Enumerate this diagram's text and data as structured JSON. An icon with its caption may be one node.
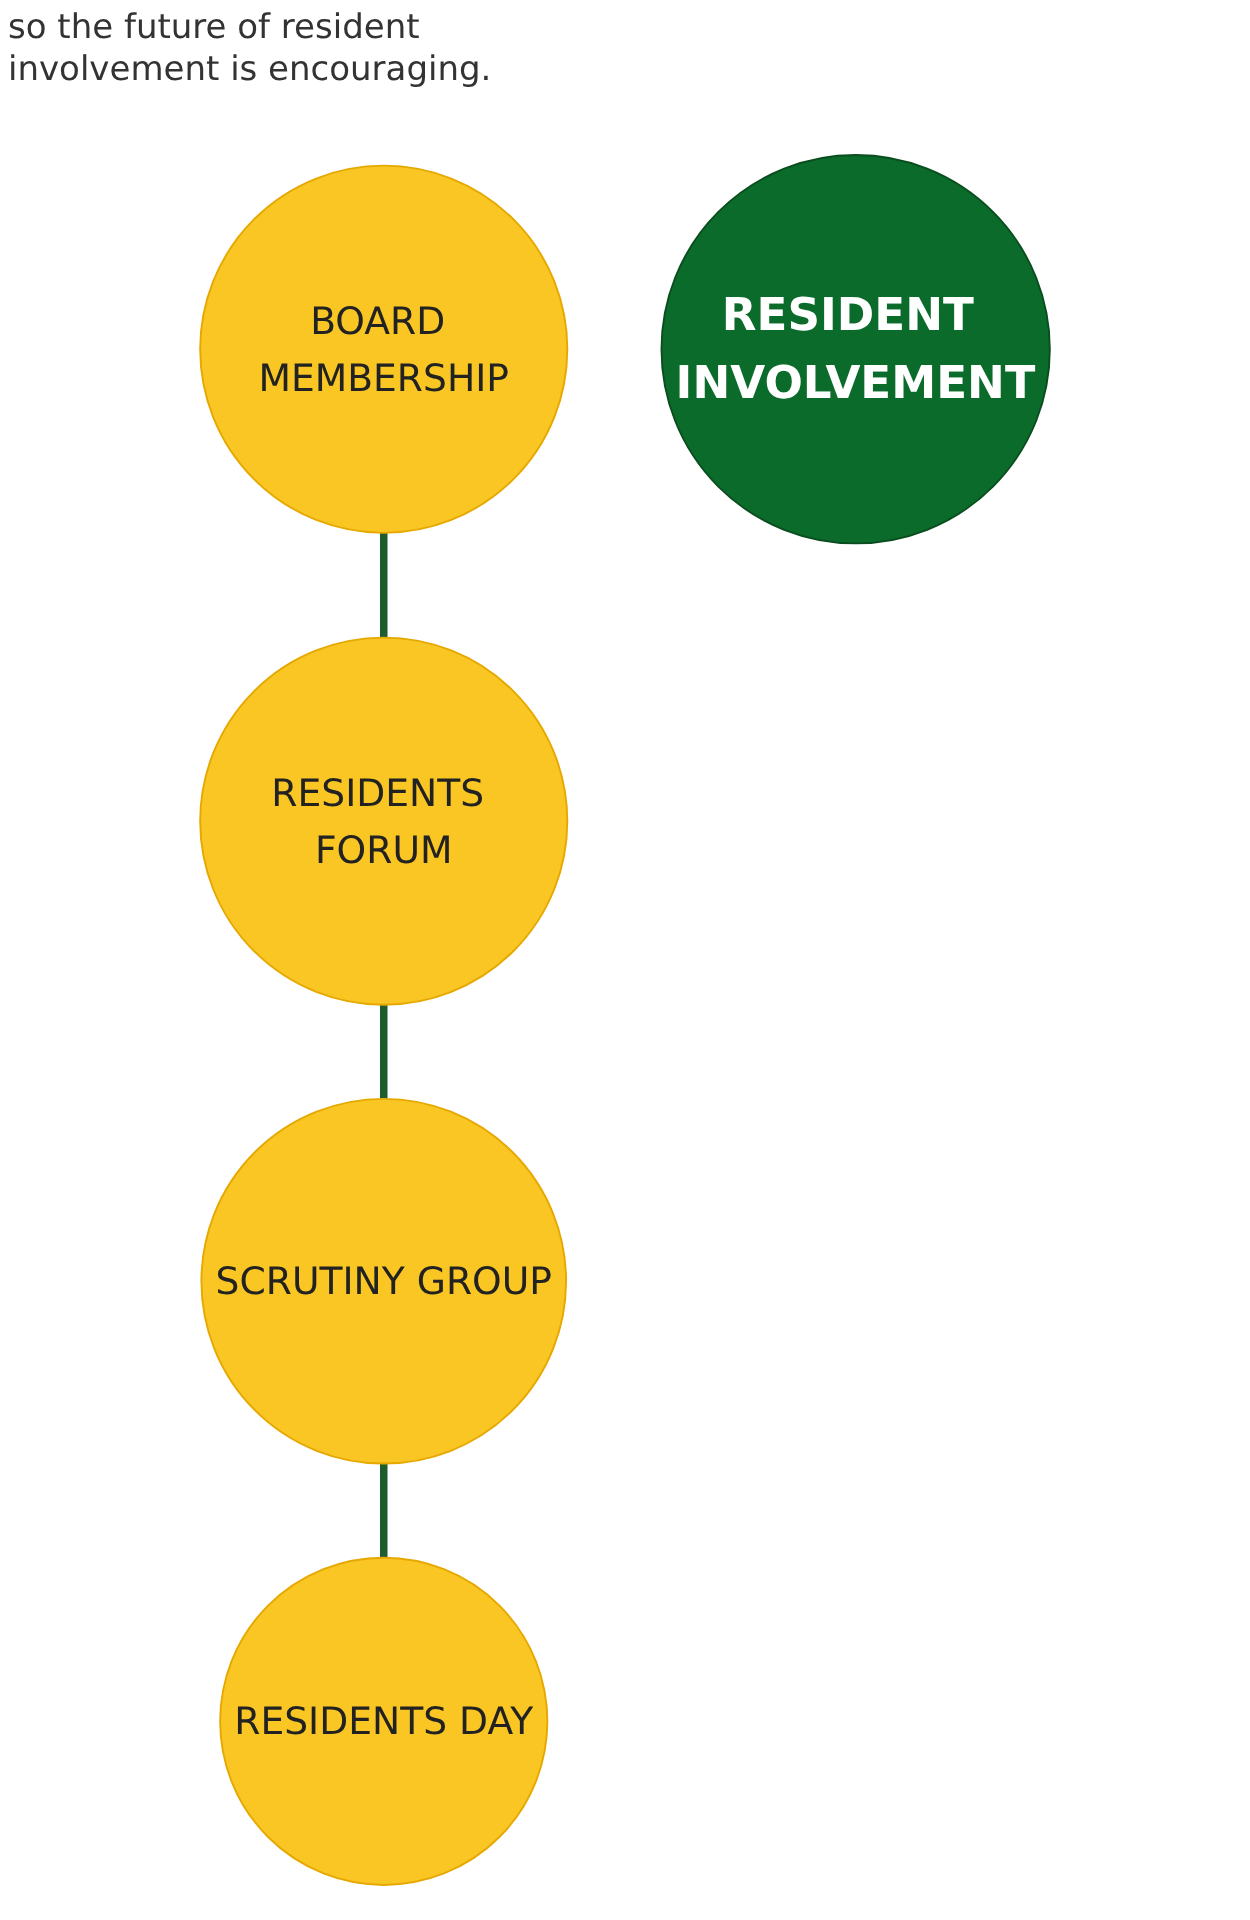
{
  "diagram": {
    "nodes": [
      {
        "text": [
          "BOARD MEMBERSHIP"
        ]
      },
      {
        "text": [
          "RESIDENTS FORUM"
        ]
      },
      {
        "text": [
          "RESIDENT INVOLVEMENT"
        ]
      },
      {
        "text": [
          "SCRUTINY GROUP"
        ]
      },
      {
        "text": [
          "RESIDENTS DAY"
        ]
      }
    ],
    "edges": [
      {
        "from": 0,
        "to": 1,
        "arrow": "none"
      },
      {
        "from": 1,
        "to": 3,
        "arrow": "none"
      },
      {
        "from": 3,
        "to": 4,
        "arrow": "none"
      }
    ],
    "labels": [
      "so the future of resident involvement is encouraging."
    ]
  }
}
